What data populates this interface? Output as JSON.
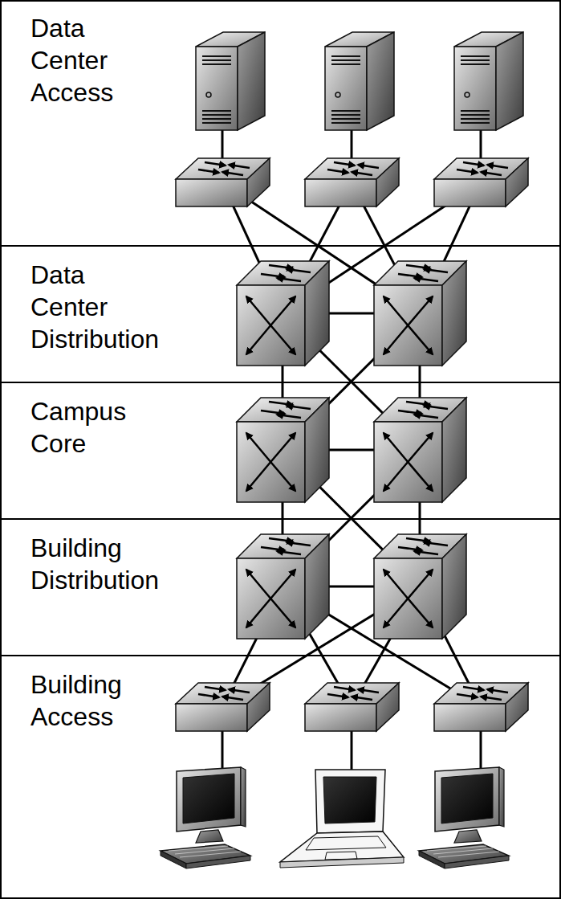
{
  "diagram": {
    "nodes": [
      {
        "text": [
          "Data Center Access"
        ]
      },
      {
        "text": [
          "Data Center Distribution"
        ]
      },
      {
        "text": [
          "Campus Core"
        ]
      },
      {
        "text": [
          "Building Distribution"
        ]
      },
      {
        "text": [
          "Building Access"
        ]
      }
    ]
  }
}
